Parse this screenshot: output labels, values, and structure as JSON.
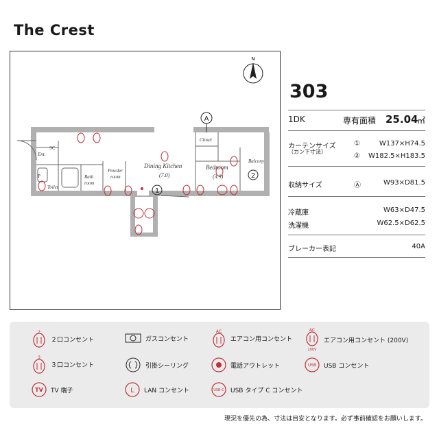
{
  "title": "The Crest",
  "plan": {
    "rooms": {
      "ent": "Ent.",
      "sc": "SC",
      "p": "P",
      "toilet": "Toilet",
      "bath": [
        "Bath",
        "room"
      ],
      "powder": [
        "Powder",
        "room"
      ],
      "dining": "Dining Kitchen",
      "dining_size": "(7.0)",
      "closet": "Closet",
      "bedroom": "Bedroom",
      "bedroom_size": "(3.9)",
      "balcony": "Balcony"
    },
    "markers": {
      "a": "A",
      "one": "1",
      "two": "2"
    },
    "compass": "N"
  },
  "info": {
    "unit": "303",
    "type": "1DK",
    "area_label": "専有面積",
    "area_value": "25.04",
    "area_unit": "㎡",
    "curtain_label": "カーテンサイズ",
    "curtain_sub": "（カン下寸法）",
    "curtain_1_mark": "①",
    "curtain_1": "W137×H74.5",
    "curtain_2_mark": "②",
    "curtain_2": "W182.5×H183.5",
    "storage_label": "収納サイズ",
    "storage_mark": "Ⓐ",
    "storage": "W93×D81.5",
    "fridge_label": "冷蔵庫",
    "fridge": "W63×D47.5",
    "washer_label": "洗濯機",
    "washer": "W62.5×D62.5",
    "breaker_label": "ブレーカー表記",
    "breaker": "40A"
  },
  "legend": {
    "outlet2": "２口コンセント",
    "gas": "ガスコンセント",
    "ac": "エアコン用コンセント",
    "ac200": "エアコン用コンセント (200V)",
    "outlet3": "３口コンセント",
    "ceiling": "引掛シーリング",
    "phone": "電話アウトレット",
    "usb": "USB コンセント",
    "tv": "TV 端子",
    "lan": "LAN コンセント",
    "usbc": "USB タイプ C コンセント",
    "sym_two": "2",
    "sym_three": "3",
    "sym_ac": "AC",
    "sym_200v": "200V",
    "sym_usb": "USB",
    "sym_usbc": "USB-C",
    "sym_tv": "TV",
    "sym_l": "L"
  },
  "note": "現況を優先の為、寸法は目安となります。必ず事前確認をお願いします。"
}
